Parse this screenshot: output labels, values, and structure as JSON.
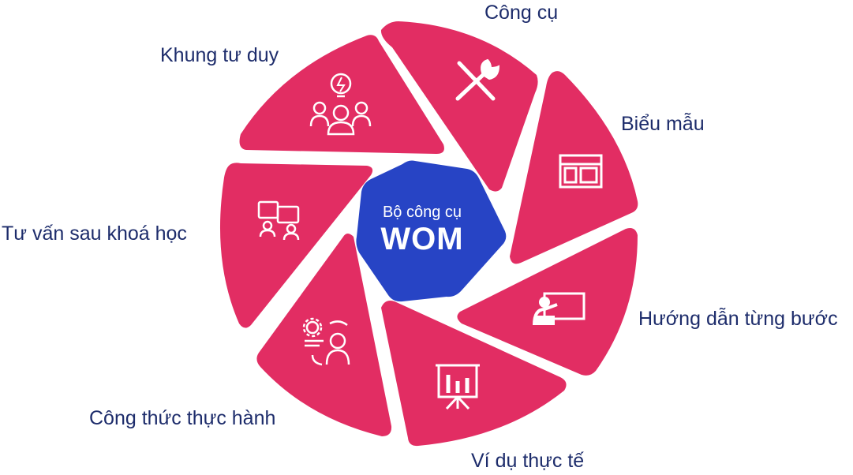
{
  "center": {
    "title": "Bộ công cụ",
    "brand": "WOM"
  },
  "segments": [
    {
      "label": "Công cụ",
      "icon": "tools-icon"
    },
    {
      "label": "Biểu mẫu",
      "icon": "template-icon"
    },
    {
      "label": "Hướng dẫn từng bước",
      "icon": "presentation-board-icon"
    },
    {
      "label": "Ví dụ thực tế",
      "icon": "chart-easel-icon"
    },
    {
      "label": "Công thức thực hành",
      "icon": "process-gear-icon"
    },
    {
      "label": "Tư vấn sau khoá học",
      "icon": "consulting-chat-icon"
    },
    {
      "label": "Khung tư duy",
      "icon": "team-idea-icon"
    }
  ],
  "colors": {
    "segment": "#e22d63",
    "center": "#2744c5",
    "label_text": "#1d2c6b",
    "icon": "#ffffff"
  }
}
